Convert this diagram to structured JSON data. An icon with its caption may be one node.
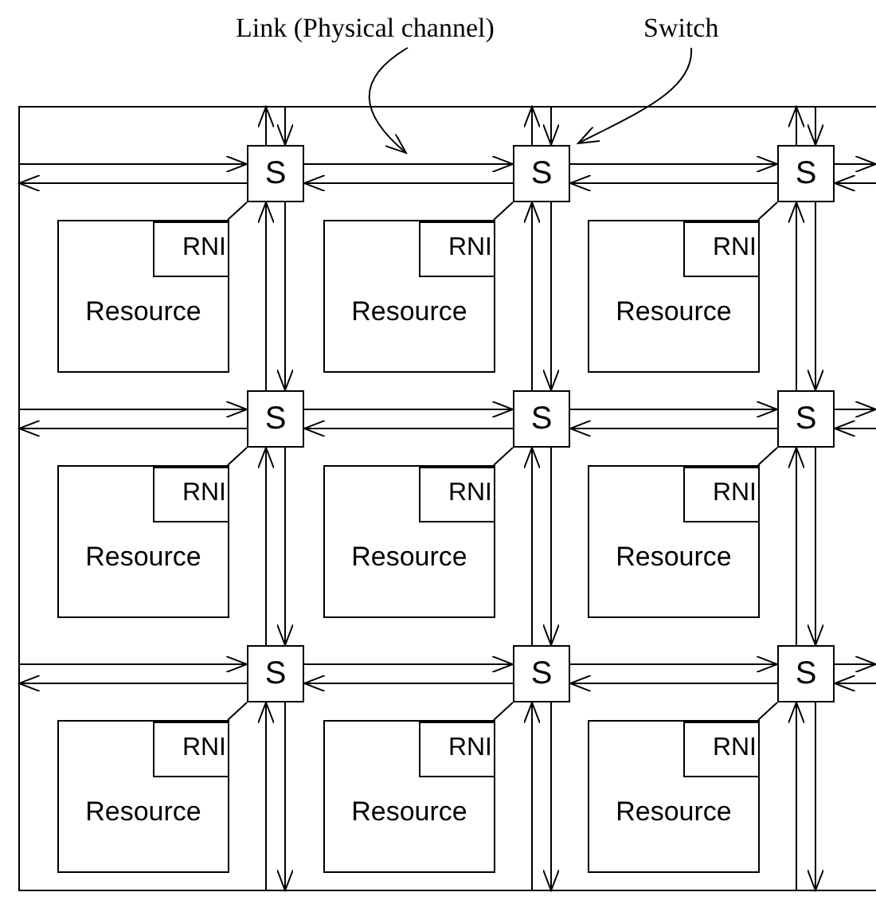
{
  "diagram": {
    "nodes": [
      {
        "text": [
          "Link (Physical channel)"
        ]
      },
      {
        "text": [
          "Switch"
        ]
      },
      {
        "text": [
          "S"
        ]
      },
      {
        "text": [
          "S"
        ]
      },
      {
        "text": [
          "S"
        ]
      },
      {
        "text": [
          "S"
        ]
      },
      {
        "text": [
          "S"
        ]
      },
      {
        "text": [
          "S"
        ]
      },
      {
        "text": [
          "S"
        ]
      },
      {
        "text": [
          "S"
        ]
      },
      {
        "text": [
          "S"
        ]
      },
      {
        "text": [
          "Resource"
        ]
      },
      {
        "text": [
          "RNI"
        ],
        "in": 11
      },
      {
        "text": [
          "Resource"
        ]
      },
      {
        "text": [
          "RNI"
        ],
        "in": 13
      },
      {
        "text": [
          "Resource"
        ]
      },
      {
        "text": [
          "RNI"
        ],
        "in": 15
      },
      {
        "text": [
          "Resource"
        ]
      },
      {
        "text": [
          "RNI"
        ],
        "in": 17
      },
      {
        "text": [
          "Resource"
        ]
      },
      {
        "text": [
          "RNI"
        ],
        "in": 19
      },
      {
        "text": [
          "Resource"
        ]
      },
      {
        "text": [
          "RNI"
        ],
        "in": 21
      },
      {
        "text": [
          "Resource"
        ]
      },
      {
        "text": [
          "RNI"
        ],
        "in": 23
      },
      {
        "text": [
          "Resource"
        ]
      },
      {
        "text": [
          "RNI"
        ],
        "in": 25
      },
      {
        "text": [
          "Resource"
        ]
      },
      {
        "text": [
          "RNI"
        ],
        "in": 27
      }
    ],
    "edges": [
      {
        "from": 0,
        "to": null,
        "arrow": "to"
      },
      {
        "from": 1,
        "to": 3,
        "arrow": "to"
      },
      {
        "from": null,
        "to": 2,
        "arrow": "to"
      },
      {
        "from": 2,
        "to": null,
        "arrow": "to"
      },
      {
        "from": 2,
        "to": 3,
        "arrow": "to"
      },
      {
        "from": 3,
        "to": 2,
        "arrow": "to"
      },
      {
        "from": 3,
        "to": 4,
        "arrow": "to"
      },
      {
        "from": 4,
        "to": 3,
        "arrow": "to"
      },
      {
        "from": 4,
        "to": null,
        "arrow": "to"
      },
      {
        "from": null,
        "to": 4,
        "arrow": "to"
      },
      {
        "from": null,
        "to": 5,
        "arrow": "to"
      },
      {
        "from": 5,
        "to": null,
        "arrow": "to"
      },
      {
        "from": 5,
        "to": 6,
        "arrow": "to"
      },
      {
        "from": 6,
        "to": 5,
        "arrow": "to"
      },
      {
        "from": 6,
        "to": 7,
        "arrow": "to"
      },
      {
        "from": 7,
        "to": 6,
        "arrow": "to"
      },
      {
        "from": 7,
        "to": null,
        "arrow": "to"
      },
      {
        "from": null,
        "to": 7,
        "arrow": "to"
      },
      {
        "from": null,
        "to": 8,
        "arrow": "to"
      },
      {
        "from": 8,
        "to": null,
        "arrow": "to"
      },
      {
        "from": 8,
        "to": 9,
        "arrow": "to"
      },
      {
        "from": 9,
        "to": 8,
        "arrow": "to"
      },
      {
        "from": 9,
        "to": 10,
        "arrow": "to"
      },
      {
        "from": 10,
        "to": 9,
        "arrow": "to"
      },
      {
        "from": 10,
        "to": null,
        "arrow": "to"
      },
      {
        "from": null,
        "to": 10,
        "arrow": "to"
      },
      {
        "from": 2,
        "to": null,
        "arrow": "to"
      },
      {
        "from": null,
        "to": 2,
        "arrow": "to"
      },
      {
        "from": 5,
        "to": 2,
        "arrow": "to"
      },
      {
        "from": 2,
        "to": 5,
        "arrow": "to"
      },
      {
        "from": 8,
        "to": 5,
        "arrow": "to"
      },
      {
        "from": 5,
        "to": 8,
        "arrow": "to"
      },
      {
        "from": null,
        "to": 8,
        "arrow": "to"
      },
      {
        "from": 8,
        "to": null,
        "arrow": "to"
      },
      {
        "from": 3,
        "to": null,
        "arrow": "to"
      },
      {
        "from": null,
        "to": 3,
        "arrow": "to"
      },
      {
        "from": 6,
        "to": 3,
        "arrow": "to"
      },
      {
        "from": 3,
        "to": 6,
        "arrow": "to"
      },
      {
        "from": 9,
        "to": 6,
        "arrow": "to"
      },
      {
        "from": 6,
        "to": 9,
        "arrow": "to"
      },
      {
        "from": null,
        "to": 9,
        "arrow": "to"
      },
      {
        "from": 9,
        "to": null,
        "arrow": "to"
      },
      {
        "from": 4,
        "to": null,
        "arrow": "to"
      },
      {
        "from": null,
        "to": 4,
        "arrow": "to"
      },
      {
        "from": 7,
        "to": 4,
        "arrow": "to"
      },
      {
        "from": 4,
        "to": 7,
        "arrow": "to"
      },
      {
        "from": 10,
        "to": 7,
        "arrow": "to"
      },
      {
        "from": 7,
        "to": 10,
        "arrow": "to"
      },
      {
        "from": null,
        "to": 10,
        "arrow": "to"
      },
      {
        "from": 10,
        "to": null,
        "arrow": "to"
      },
      {
        "from": 12,
        "to": 2,
        "arrow": "none"
      },
      {
        "from": 14,
        "to": 3,
        "arrow": "none"
      },
      {
        "from": 16,
        "to": 4,
        "arrow": "none"
      },
      {
        "from": 18,
        "to": 5,
        "arrow": "none"
      },
      {
        "from": 20,
        "to": 6,
        "arrow": "none"
      },
      {
        "from": 22,
        "to": 7,
        "arrow": "none"
      },
      {
        "from": 24,
        "to": 8,
        "arrow": "none"
      },
      {
        "from": 26,
        "to": 9,
        "arrow": "none"
      },
      {
        "from": 28,
        "to": 10,
        "arrow": "none"
      }
    ]
  }
}
